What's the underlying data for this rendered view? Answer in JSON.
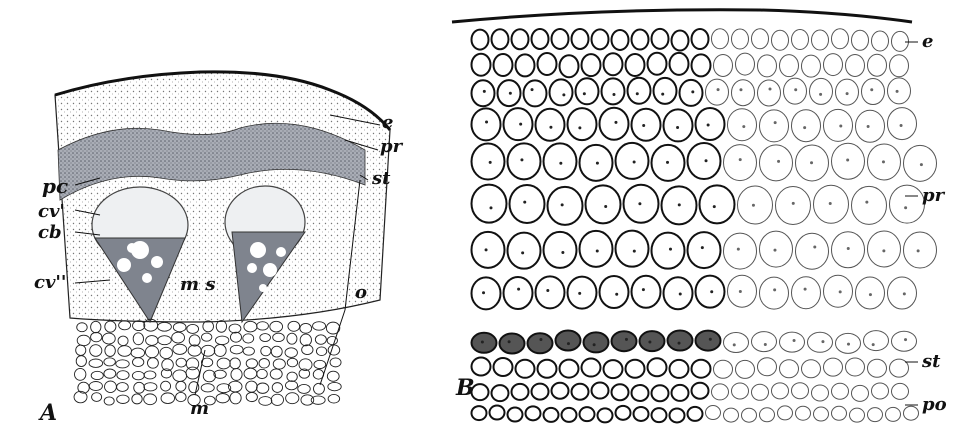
{
  "figure": {
    "panel_a": {
      "panel_label": "A",
      "labels": {
        "e": "e",
        "pr": "pr",
        "st": "st",
        "pc": "pc",
        "cv1": "cv'",
        "cb": "cb",
        "cv2": "cv''",
        "ms": "m s",
        "o": "o",
        "m": "m"
      }
    },
    "panel_b": {
      "panel_label": "B",
      "labels": {
        "e": "e",
        "pr": "pr",
        "st": "st",
        "po": "po"
      }
    },
    "colors": {
      "ink": "#111111",
      "stain": "#8a8f99",
      "paper": "#ffffff"
    }
  }
}
